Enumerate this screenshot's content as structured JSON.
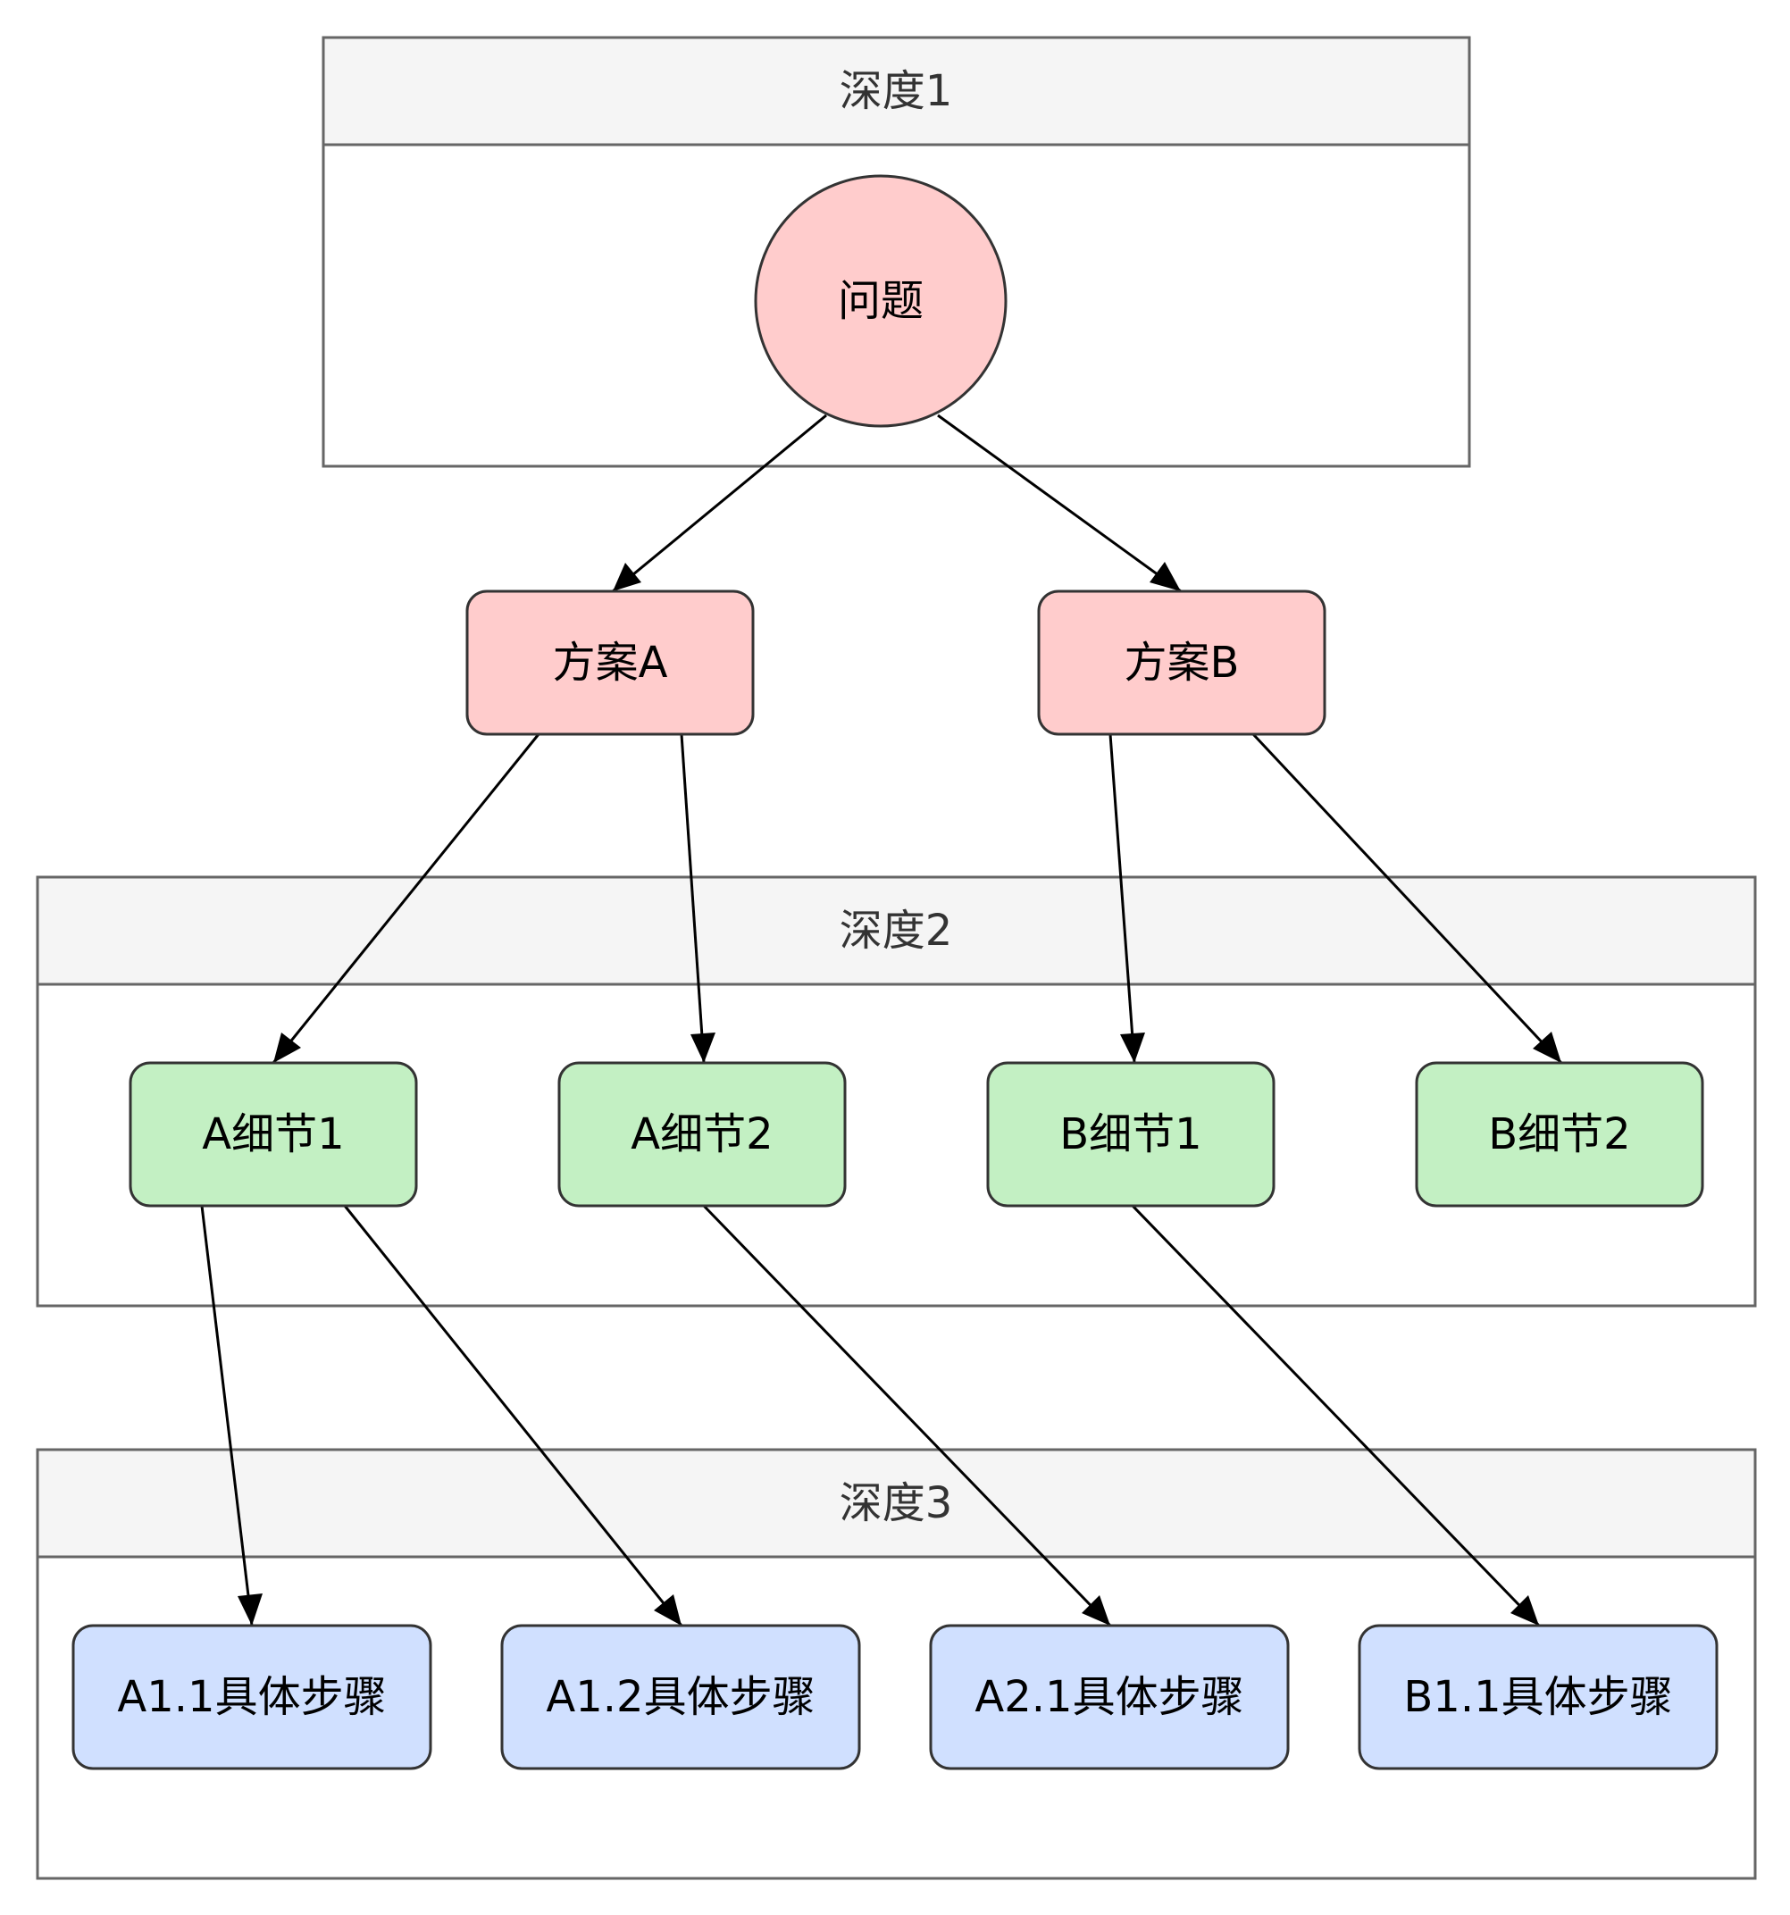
{
  "groups": [
    {
      "id": "depth1",
      "title": "深度1"
    },
    {
      "id": "depth2",
      "title": "深度2"
    },
    {
      "id": "depth3",
      "title": "深度3"
    }
  ],
  "nodes": {
    "problem": {
      "label": "问题"
    },
    "plan_a": {
      "label": "方案A"
    },
    "plan_b": {
      "label": "方案B"
    },
    "a_detail_1": {
      "label": "A细节1"
    },
    "a_detail_2": {
      "label": "A细节2"
    },
    "b_detail_1": {
      "label": "B细节1"
    },
    "b_detail_2": {
      "label": "B细节2"
    },
    "step_a11": {
      "label": "A1.1具体步骤"
    },
    "step_a12": {
      "label": "A1.2具体步骤"
    },
    "step_a21": {
      "label": "A2.1具体步骤"
    },
    "step_b11": {
      "label": "B1.1具体步骤"
    }
  },
  "edges": [
    {
      "from": "problem",
      "to": "plan_a"
    },
    {
      "from": "problem",
      "to": "plan_b"
    },
    {
      "from": "plan_a",
      "to": "a_detail_1"
    },
    {
      "from": "plan_a",
      "to": "a_detail_2"
    },
    {
      "from": "plan_b",
      "to": "b_detail_1"
    },
    {
      "from": "plan_b",
      "to": "b_detail_2"
    },
    {
      "from": "a_detail_1",
      "to": "step_a11"
    },
    {
      "from": "a_detail_1",
      "to": "step_a12"
    },
    {
      "from": "a_detail_2",
      "to": "step_a21"
    },
    {
      "from": "b_detail_1",
      "to": "step_b11"
    }
  ],
  "colors": {
    "group_header_fill": "#f5f5f5",
    "group_border": "#666666",
    "problem_fill": "#ffcccc",
    "plan_fill": "#ffcccc",
    "detail_fill": "#c3f0c3",
    "step_fill": "#d0e0ff",
    "node_border": "#333333",
    "edge": "#000000"
  }
}
